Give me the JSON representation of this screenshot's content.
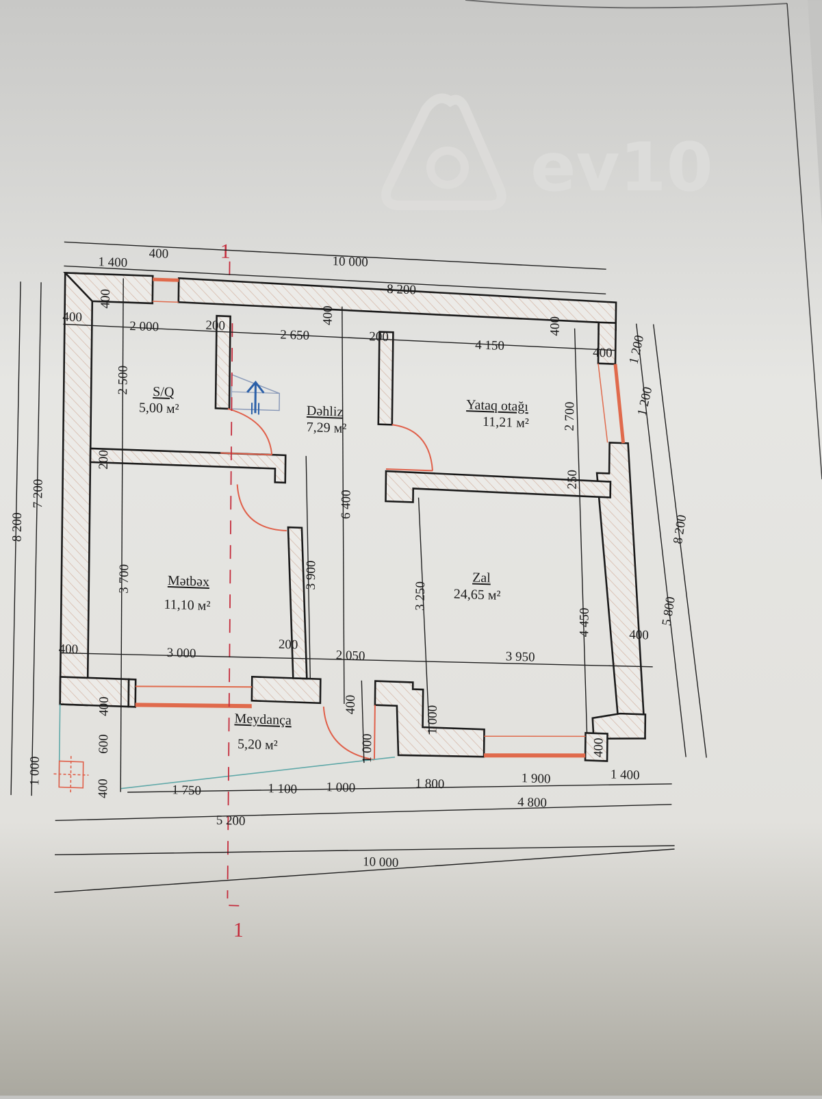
{
  "watermark": {
    "text": "ev10",
    "icon": "ev10-logo-icon"
  },
  "section_marker": {
    "label": "1",
    "color": "#c42b3b"
  },
  "rooms": [
    {
      "id": "so",
      "name": "S/Q",
      "area": "5,00 м²"
    },
    {
      "id": "dahliz",
      "name": "Dəhliz",
      "area": "7,29 м²"
    },
    {
      "id": "yataq",
      "name": "Yataq otağı",
      "area": "11,21 м²"
    },
    {
      "id": "matbax",
      "name": "Mətbəx",
      "area": "11,10 м²"
    },
    {
      "id": "zal",
      "name": "Zal",
      "area": "24,65 м²"
    },
    {
      "id": "meydanca",
      "name": "Meydança",
      "area": "5,20 м²"
    }
  ],
  "dimensions": {
    "top": {
      "overall": "10 000",
      "main": "8 200",
      "seg_left": "1 400",
      "seg_window": "400"
    },
    "interior_top": {
      "so_width": "2 000",
      "dahliz_width": "2 650",
      "yataq_width": "4 150"
    },
    "bottom": {
      "overall": "10 000",
      "left": "5 200",
      "right": "4 800",
      "segments_row": [
        "1 750",
        "1 100",
        "1 000",
        "1 800",
        "1 900",
        "1 400"
      ]
    },
    "interior_bottom": {
      "matbax_width": "3 000",
      "corridor_width": "2 050",
      "zal_width": "3 950"
    },
    "left": {
      "overall": "8 200",
      "main": "7 200",
      "porch": "1 000"
    },
    "right": {
      "overall": "8 200",
      "lower": "5 800",
      "window_upper": "1 200",
      "window_lower": "1 200"
    },
    "interior_vertical": {
      "so_height": "2 500",
      "matbax_height": "3 700",
      "corridor_height": "3 900",
      "center_height": "6 400",
      "zal_height_left": "3 250",
      "zal_height_right": "4 450",
      "yataq_height": "2 700",
      "entry_step": "1 000",
      "entry_step_left": "400",
      "entry_door": "1 000"
    },
    "wall_thickness": {
      "outer": "400",
      "inner_partition": "200",
      "zal_partition": "250"
    },
    "porch_left": [
      "400",
      "600",
      "400"
    ]
  },
  "colors": {
    "paper": "#e9e9e7",
    "wall_line": "#1a1a1a",
    "hatch": "#d9b9a8",
    "window": "#e06a4c",
    "door_arc": "#e0604a",
    "section_line": "#c42b3b",
    "stair_arrow": "#2a5fa8",
    "porch_outline": "#5fa8a8"
  }
}
